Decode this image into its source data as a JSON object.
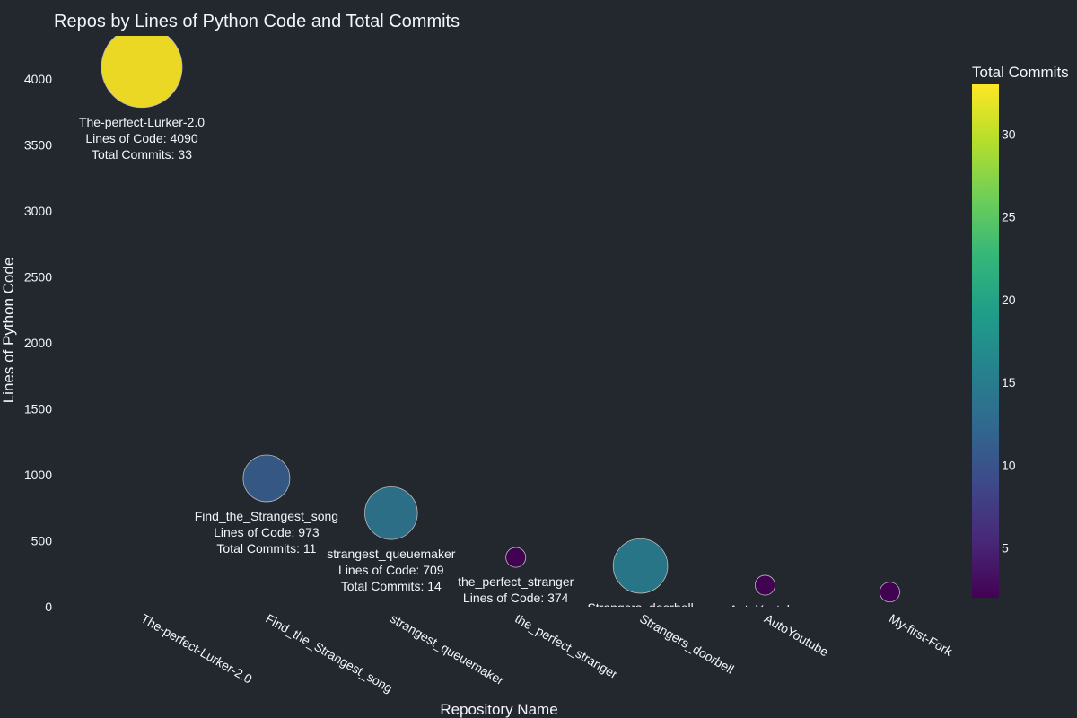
{
  "chart_data": {
    "type": "scatter",
    "title": "Repos by Lines of Python Code and Total Commits",
    "xlabel": "Repository Name",
    "ylabel": "Lines of Python Code",
    "ylim": [
      0,
      4200
    ],
    "yticks": [
      0,
      500,
      1000,
      1500,
      2000,
      2500,
      3000,
      3500,
      4000
    ],
    "categories": [
      "The-perfect-Lurker-2.0",
      "Find_the_Strangest_song",
      "strangest_queuemaker",
      "the_perfect_stranger",
      "Strangers_doorbell",
      "AutoYoutube",
      "My-first-Fork"
    ],
    "lines_of_code": [
      4090,
      973,
      709,
      374,
      309,
      163,
      111
    ],
    "total_commits": [
      33,
      11,
      14,
      2,
      15,
      2,
      2
    ],
    "labels": [
      [
        "The-perfect-Lurker-2.0",
        "Lines of Code: 4090",
        "Total Commits: 33"
      ],
      [
        "Find_the_Strangest_song",
        "Lines of Code: 973",
        "Total Commits: 11"
      ],
      [
        "strangest_queuemaker",
        "Lines of Code: 709",
        "Total Commits: 14"
      ],
      [
        "the_perfect_stranger",
        "Lines of Code: 374"
      ],
      [
        "Strangers_doorbell"
      ],
      [
        "AutoYoutube"
      ],
      [
        "My-first-Fork"
      ]
    ],
    "colorbar": {
      "title": "Total Commits",
      "range": [
        2,
        33
      ],
      "ticks": [
        5,
        10,
        15,
        20,
        25,
        30
      ],
      "colorscale": "viridis"
    },
    "grid": false,
    "legend": "none"
  }
}
